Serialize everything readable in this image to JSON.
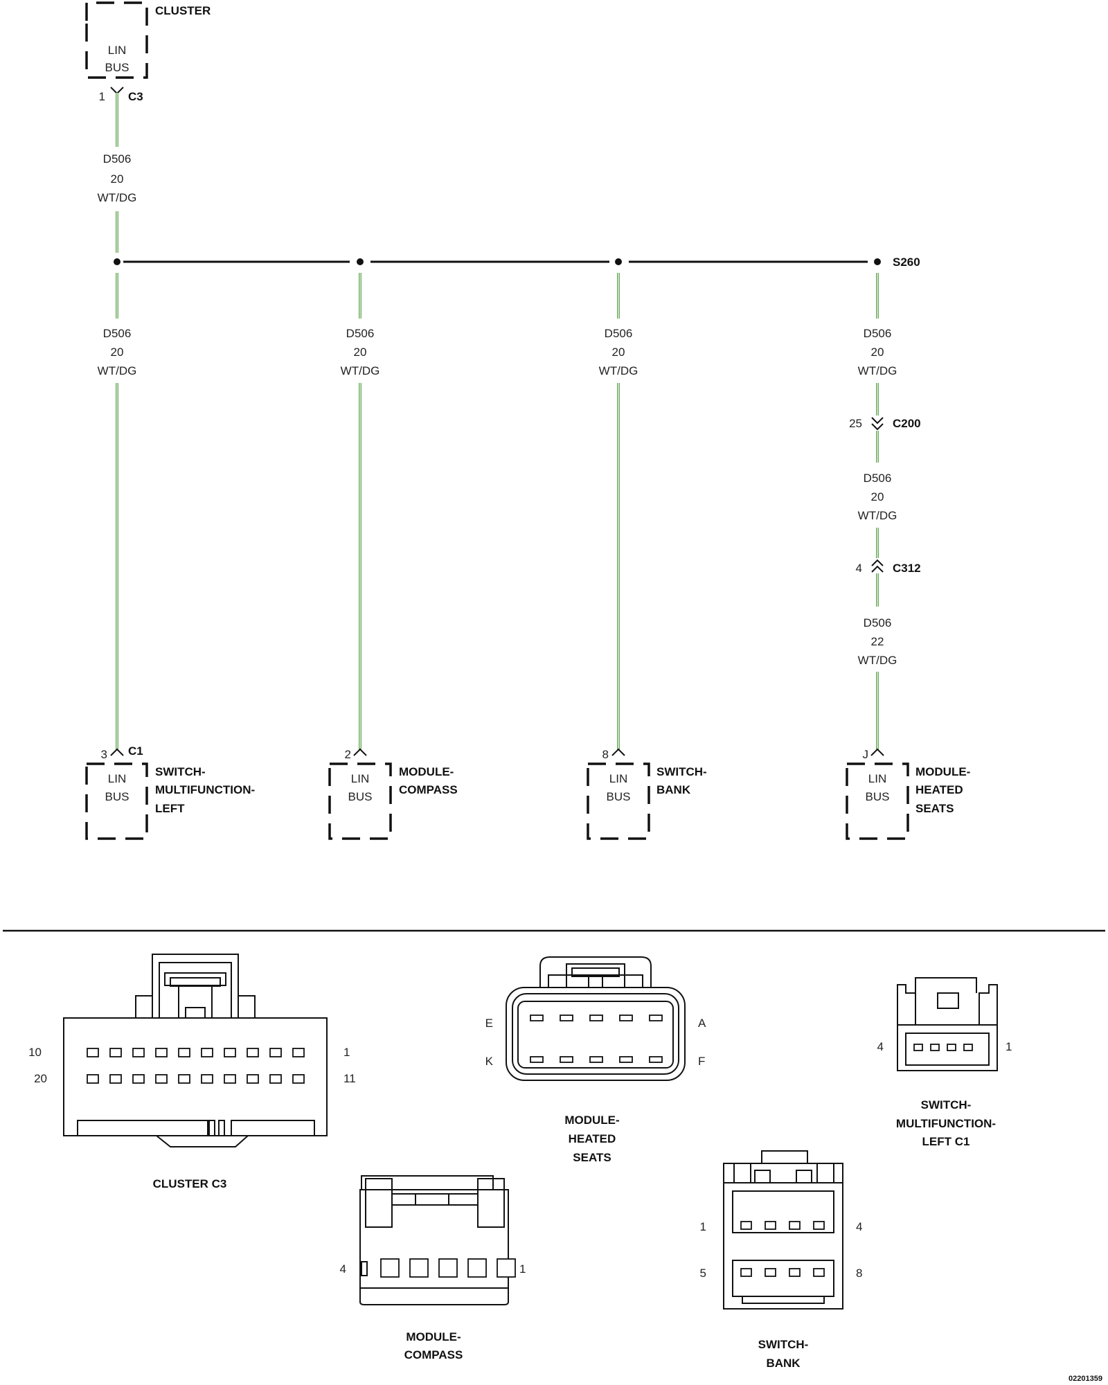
{
  "cluster": {
    "name": "CLUSTER",
    "box_line1": "LIN",
    "box_line2": "BUS",
    "pin": "1",
    "connector": "C3"
  },
  "wire_spec": {
    "circuit": "D506",
    "gauge": "20",
    "color": "WT/DG",
    "gauge_c312": "22"
  },
  "splice": "S260",
  "inline_connectors": {
    "c200": {
      "pin": "25",
      "name": "C200"
    },
    "c312": {
      "pin": "4",
      "name": "C312"
    }
  },
  "components": [
    {
      "pin": "3",
      "connector": "C1",
      "line1": "LIN",
      "line2": "BUS",
      "name_lines": [
        "SWITCH-",
        "MULTIFUNCTION-",
        "LEFT"
      ]
    },
    {
      "pin": "2",
      "connector": "",
      "line1": "LIN",
      "line2": "BUS",
      "name_lines": [
        "MODULE-",
        "COMPASS"
      ]
    },
    {
      "pin": "8",
      "connector": "",
      "line1": "LIN",
      "line2": "BUS",
      "name_lines": [
        "SWITCH-",
        "BANK"
      ]
    },
    {
      "pin": "J",
      "connector": "",
      "line1": "LIN",
      "line2": "BUS",
      "name_lines": [
        "MODULE-",
        "HEATED",
        "SEATS"
      ]
    }
  ],
  "connector_views": {
    "cluster_c3": {
      "title": "CLUSTER C3",
      "pins": [
        "10",
        "1",
        "20",
        "11"
      ]
    },
    "heated_seats": {
      "title_lines": [
        "MODULE-",
        "HEATED",
        "SEATS"
      ],
      "pins": [
        "E",
        "A",
        "K",
        "F"
      ]
    },
    "multifunction": {
      "title_lines": [
        "SWITCH-",
        "MULTIFUNCTION-",
        "LEFT C1"
      ],
      "pins": [
        "4",
        "1"
      ]
    },
    "compass": {
      "title_lines": [
        "MODULE-",
        "COMPASS"
      ],
      "pins": [
        "4",
        "1"
      ]
    },
    "switch_bank": {
      "title_lines": [
        "SWITCH-",
        "BANK"
      ],
      "pins": [
        "1",
        "4",
        "5",
        "8"
      ]
    }
  },
  "figure_id": "02201359",
  "colors": {
    "wire": "#6aaa5a",
    "ink": "#111111"
  }
}
